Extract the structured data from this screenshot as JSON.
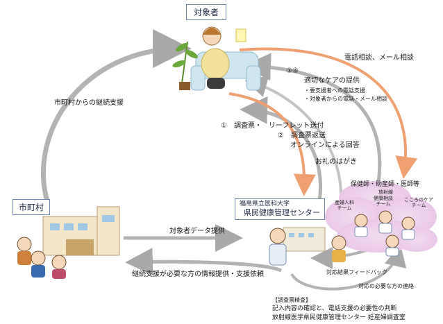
{
  "title": "対象者",
  "municipality_label": "市町村",
  "center": {
    "line1": "福島県立医科大学",
    "line2": "県民健康管理センター"
  },
  "arrows": {
    "continuing_support": "市町村からの継続支援",
    "phone_mail": "電話相談、メール相談",
    "care_num": "③④",
    "care_title": "適切なケアの提供",
    "care_item1": "・要支援者への電話支援",
    "care_item2": "・対象者からの電話・メール相談",
    "step1": "①　調査票・　リーフレット送付",
    "step2": "②　調査票返送",
    "step2b": "オンラインによる回答",
    "thanks": "お礼のはがき",
    "data_provision": "対象者データ提供",
    "info_provision": "継続支援が必要な方の情報提供・支援依頼",
    "feedback": "対応結果フィードバック",
    "contact": "対応の必要な方の連絡"
  },
  "team": {
    "heading": "保健師・助産師・医師等",
    "radiation": "放射線",
    "obgyn": "産婦人科\nチーム",
    "health": "健康相談\nチーム",
    "mental": "こころのケア\nチーム"
  },
  "footer": {
    "tag": "【調査票精査】",
    "line1": "記入内容の確認と、電話支援の必要性の判断",
    "line2": "放射線医学県民健康管理センター 妊産婦調査室"
  }
}
